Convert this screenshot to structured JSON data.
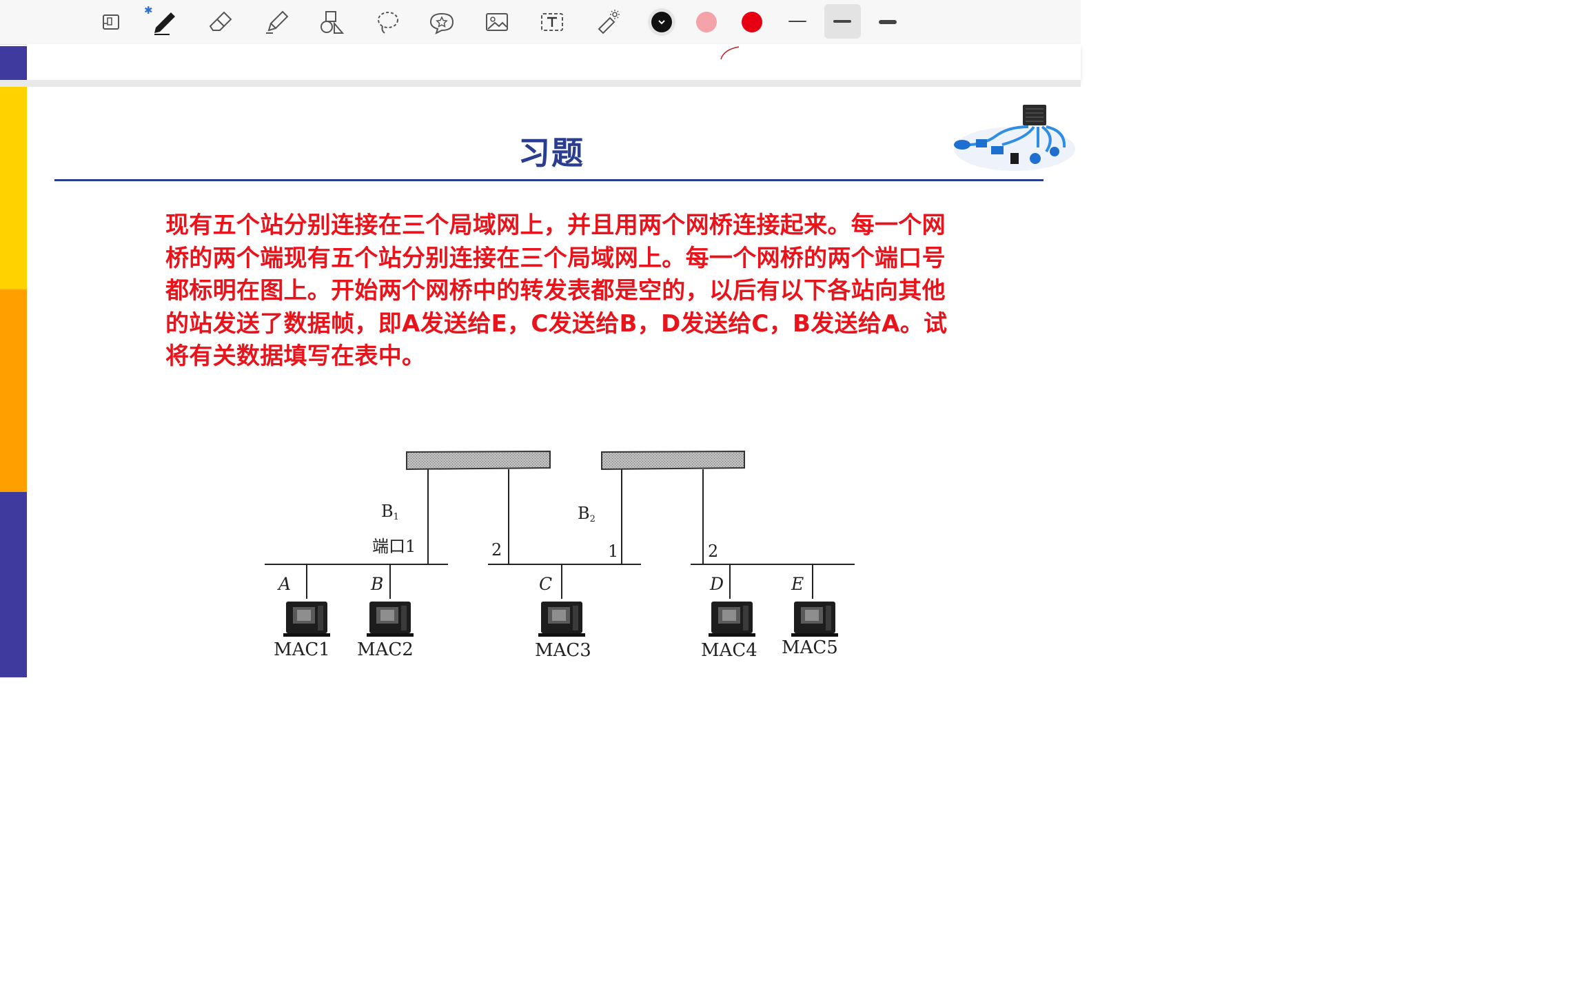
{
  "colors": {
    "toolbar_bg": "#f7f7f7",
    "stripe_navy": "#3f3a9e",
    "stripe_yellow": "#ffd200",
    "stripe_orange": "#ffa000",
    "title_color": "#2a3d8f",
    "problem_text_color": "#e8141c",
    "swatch_black": "#111111",
    "swatch_pink": "#f4a3a8",
    "swatch_red": "#e60012"
  },
  "toolbar": {
    "tools": [
      "page-layout-icon",
      "pen-icon",
      "eraser-icon",
      "highlighter-icon",
      "shapes-icon",
      "lasso-icon",
      "sticker-icon",
      "image-icon",
      "text-icon",
      "laser-pointer-icon"
    ],
    "colors": [
      "#111111",
      "#f4a3a8",
      "#e60012"
    ],
    "stroke_sizes": [
      "thin",
      "medium",
      "thick"
    ],
    "selected_stroke": "medium"
  },
  "slide": {
    "title": "习题",
    "problem_text": "现有五个站分别连接在三个局域网上，并且用两个网桥连接起来。每一个网桥的两个端现有五个站分别连接在三个局域网上。每一个网桥的两个端口号都标明在图上。开始两个网桥中的转发表都是空的，以后有以下各站向其他的站发送了数据帧，即A发送给E，C发送给B，D发送给C，B发送给A。试将有关数据填写在表中。"
  },
  "diagram": {
    "bridges": [
      {
        "name": "B",
        "sub": "1"
      },
      {
        "name": "B",
        "sub": "2"
      }
    ],
    "port_labels": {
      "b1_port1": "端口1",
      "b1_port2": "2",
      "b2_port1": "1",
      "b2_port2": "2"
    },
    "stations": [
      {
        "letter": "A",
        "mac": "MAC1"
      },
      {
        "letter": "B",
        "mac": "MAC2"
      },
      {
        "letter": "C",
        "mac": "MAC3"
      },
      {
        "letter": "D",
        "mac": "MAC4"
      },
      {
        "letter": "E",
        "mac": "MAC5"
      }
    ]
  }
}
